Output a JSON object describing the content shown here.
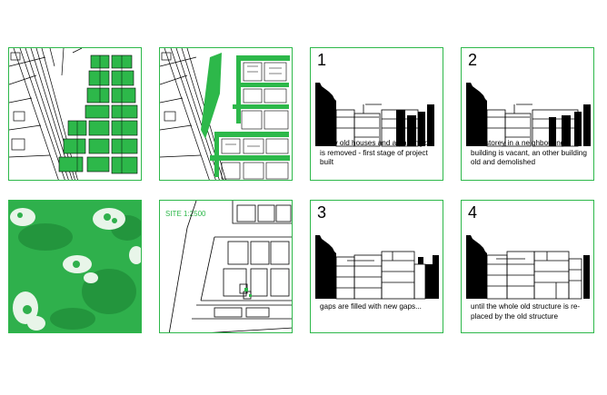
{
  "panels": {
    "map1": {},
    "map2": {},
    "texture": {},
    "site": {
      "label": "SITE 1:2500"
    },
    "step1": {
      "number": "1",
      "caption": "a few old houses and a parkinglot is removed - first stage of project built"
    },
    "step2": {
      "number": "2",
      "caption": "one storey in a neighbouring building is vacant, an other building old and demolished"
    },
    "step3": {
      "number": "3",
      "caption": "gaps are filled with new gaps..."
    },
    "step4": {
      "number": "4",
      "caption": "until the whole old structure is re-placed by the old structure"
    }
  },
  "colors": {
    "accent_green": "#2db84a",
    "dark_green": "#1f9a3a",
    "black": "#000000"
  }
}
